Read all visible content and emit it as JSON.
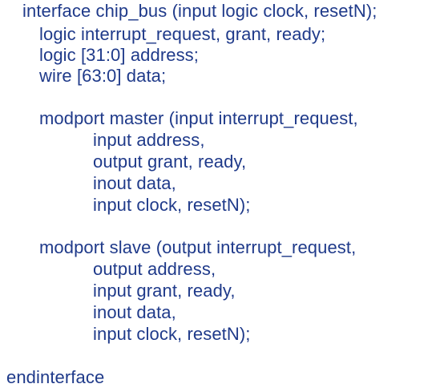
{
  "code": {
    "interface_header": "interface chip_bus (input logic clock, resetN);",
    "decl_logic": "logic interrupt_request, grant, ready;",
    "decl_address": "logic [31:0] address;",
    "decl_data": "wire [63:0] data;",
    "master": {
      "header": "modport master (input interrupt_request,",
      "ports": [
        "input address,",
        "output grant, ready,",
        "inout data,",
        "input clock, resetN);"
      ]
    },
    "slave": {
      "header": "modport slave (output interrupt_request,",
      "ports": [
        "output address,",
        "input grant, ready,",
        "inout data,",
        "input clock, resetN);"
      ]
    },
    "footer": "endinterface"
  },
  "colors": {
    "code_text": "#1f3a8a",
    "background": "#ffffff"
  }
}
